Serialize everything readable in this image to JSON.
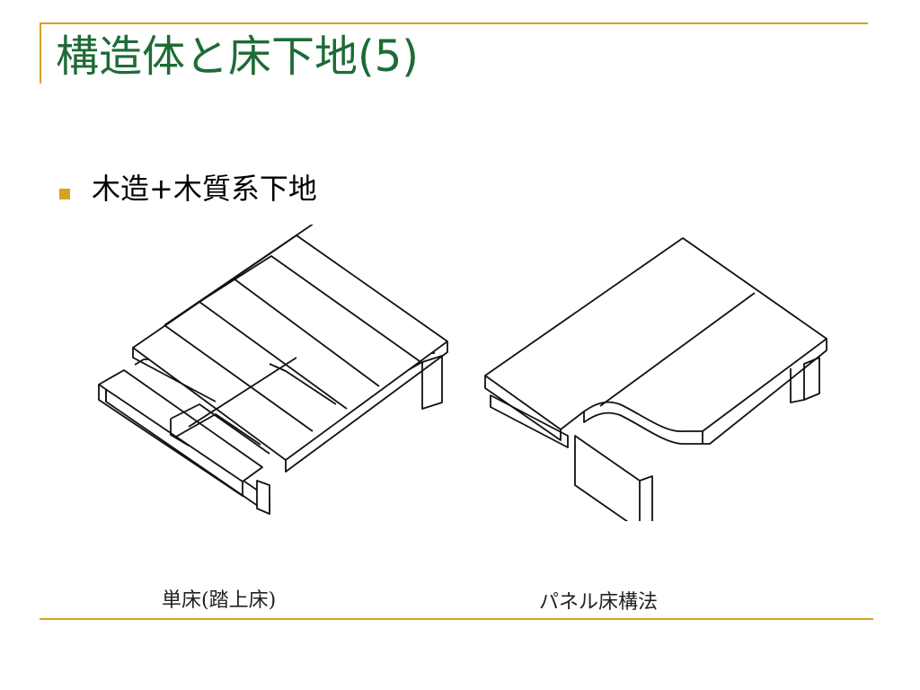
{
  "slide": {
    "title": "構造体と床下地(5)",
    "bullet": "木造+木質系下地"
  },
  "figures": {
    "left_caption": "単床(踏上床)",
    "right_caption": "パネル床構法"
  },
  "colors": {
    "accent_gold": "#d6a21f",
    "title_green": "#1e6b36"
  }
}
